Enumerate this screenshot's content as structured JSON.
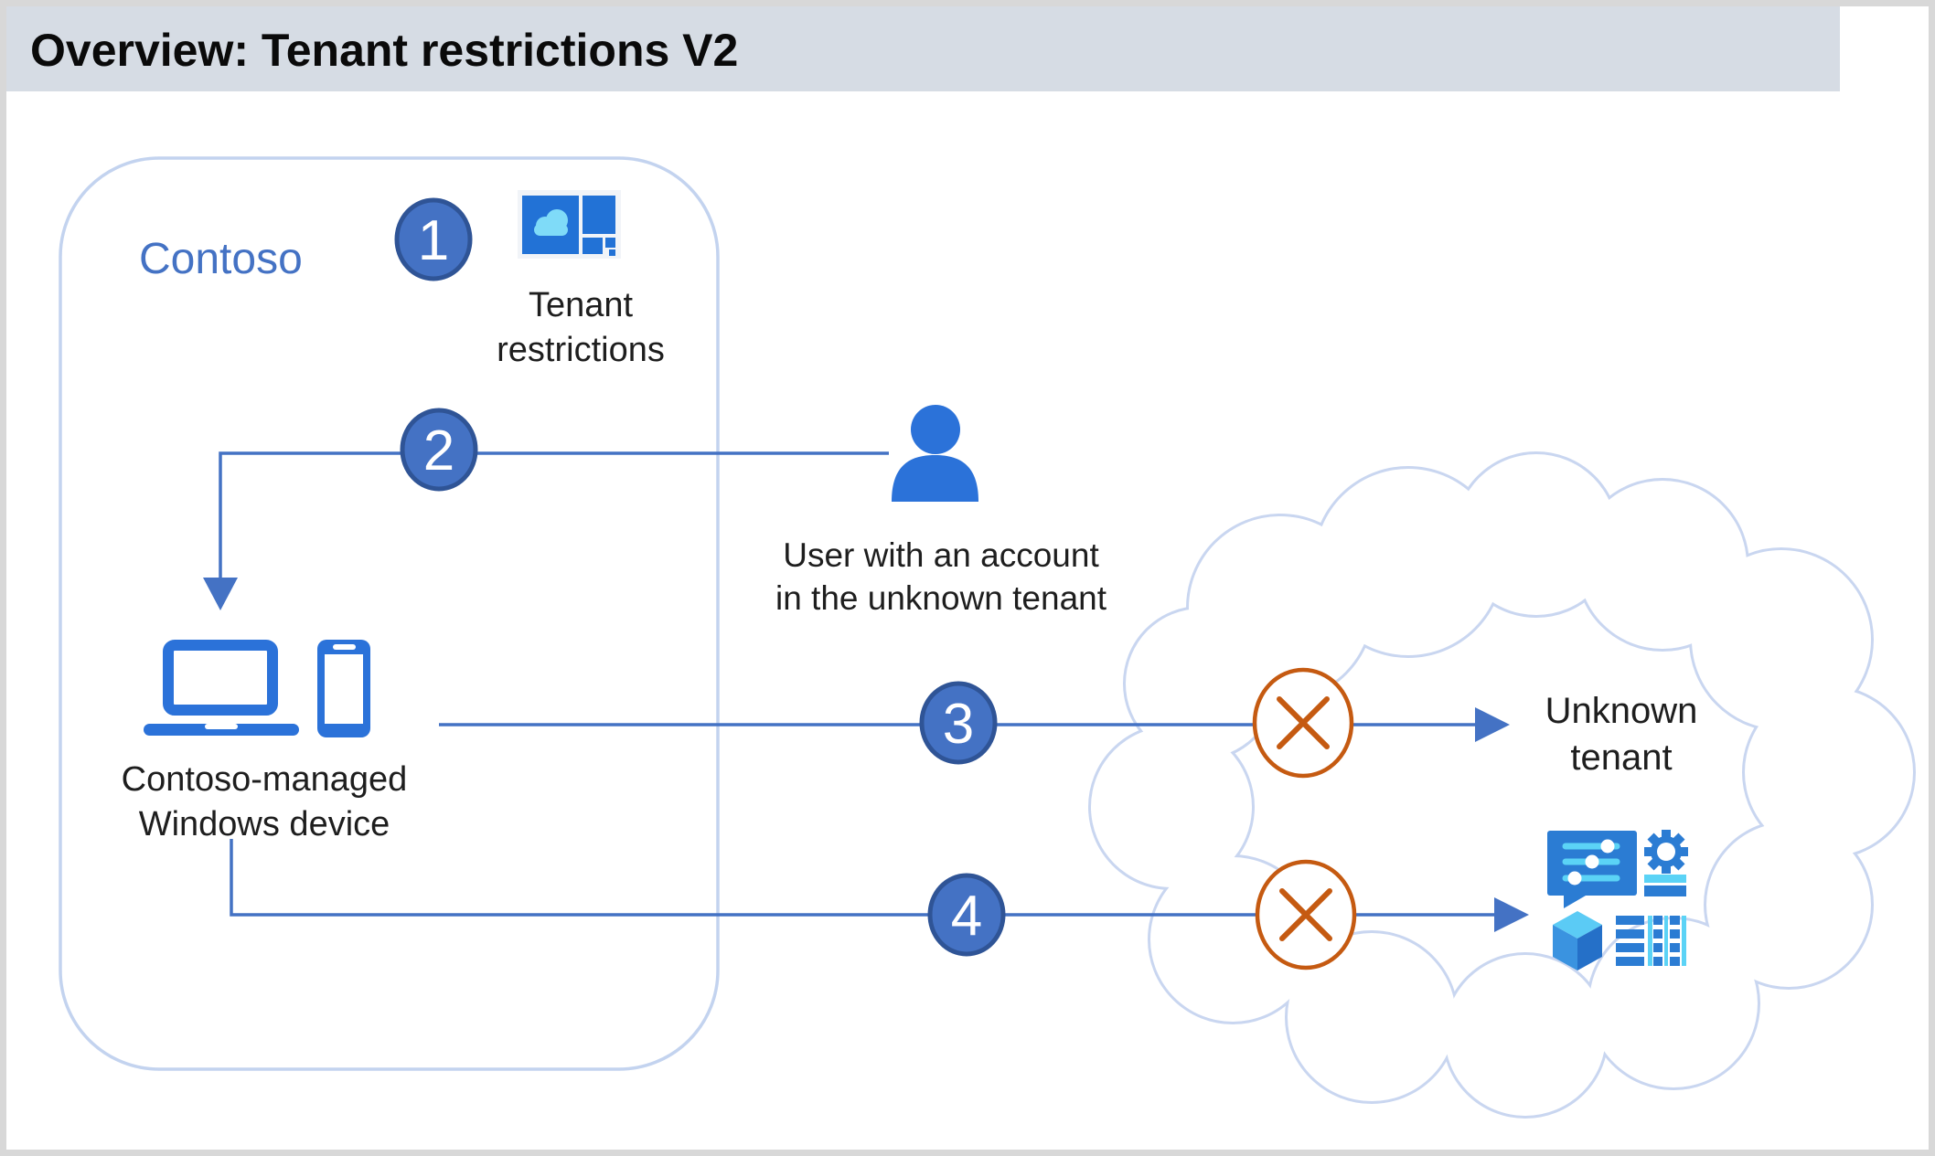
{
  "title": "Overview: Tenant restrictions V2",
  "contoso": {
    "label": "Contoso",
    "tenant_restrictions_label": "Tenant\nrestrictions",
    "device_label": "Contoso-managed\nWindows device"
  },
  "user": {
    "label": "User with an account\nin the unknown tenant"
  },
  "unknown_tenant": {
    "label": "Unknown\ntenant"
  },
  "steps": [
    {
      "number": "1"
    },
    {
      "number": "2"
    },
    {
      "number": "3"
    },
    {
      "number": "4"
    }
  ],
  "icons": {
    "tenant_restrictions": "tenant-restrictions-icon",
    "user": "user-icon",
    "devices": "laptop-and-phone-icon",
    "blocked": "blocked-cross-icon",
    "unknown_tenant_apps": "apps-cluster-icon",
    "cloud": "unknown-tenant-cloud"
  },
  "colors": {
    "accent_blue": "#4472C4",
    "step_circle_fill": "#4472C4",
    "step_circle_border": "#2F5496",
    "icon_blue": "#2B72D9",
    "icon_cyan": "#5BD3F6",
    "blocked_orange": "#C55A11",
    "boundary_border": "#C3D3EF",
    "cloud_stroke": "#C9D6F0",
    "titlebar_bg": "#D6DCE4",
    "canvas_border": "#D8D8D8",
    "title_text": "#0A0A0A",
    "label_text": "#1E1E1E"
  }
}
